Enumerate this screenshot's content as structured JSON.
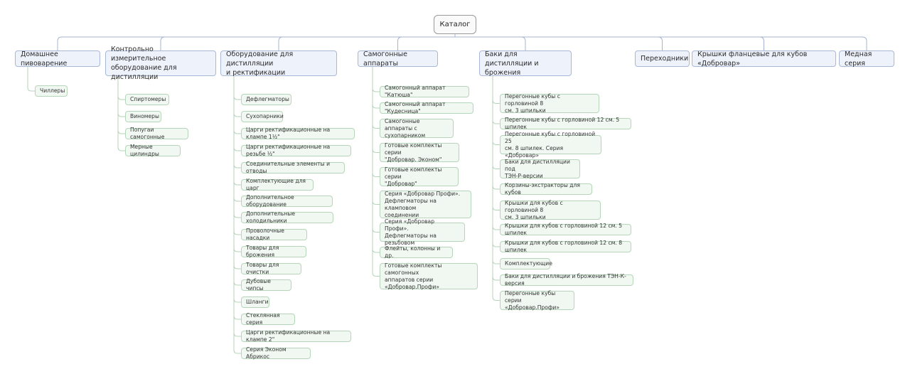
{
  "root": "Каталог",
  "colors": {
    "branch": "#a6b3cf",
    "leaf_line": "#b4d3b8",
    "cat_fill": "#eef2fb",
    "leaf_fill": "#f0f8f1"
  },
  "categories": [
    {
      "label": "Домашнее пивоварение",
      "children": [
        "Чиллеры"
      ]
    },
    {
      "label": "Контрольно измерительное\nоборудование для дистилляции",
      "children": [
        "Спиртомеры",
        "Виномеры",
        "Попугаи самогонные",
        "Мерные цилиндры"
      ]
    },
    {
      "label": "Оборудование для дистилляции\nи ректификации",
      "children": [
        "Дефлегматоры",
        "Сухопарники",
        "Царги ректификационные на клампе 1½\"",
        "Царги ректификационные на резьбе ½\"",
        "Соединительные элементы и отводы",
        "Комплектующие для царг",
        "Дополнительное оборудование",
        "Дополнительные холодильники",
        "Проволочные насадки",
        "Товары для брожения",
        "Товары для очистки",
        "Дубовые чипсы",
        "Шланги",
        "Стеклянная серия",
        "Царги ректификационные на клампе 2\"",
        "Серия Эконом Абрикос"
      ]
    },
    {
      "label": "Самогонные аппараты",
      "children": [
        "Самогонный аппарат \"Катюша\"",
        "Самогонный аппарат \"Кудесница\"",
        "Самогонные аппараты с\nсухопарником",
        "Готовые комплекты серии\n\"Добровар. Эконом\"",
        "Готовые комплекты серии\n\"Добровар\"",
        "Серия «Добровар Профи».\nДефлегматоры на кламповом\nсоединении",
        "Серия «Добровар Профи».\nДефлегматоры на резьбовом",
        "Флейты, колонны и др.",
        "Готовые комплекты самогонных\nаппаратов серии\n«Добровар.Профи»"
      ]
    },
    {
      "label": "Баки для дистилляции и\nброжения",
      "children": [
        "Перегонные кубы с горловиной 8\nсм. 3 шпильки",
        "Перегонные кубы с горловиной 12 см. 5 шпилек",
        "Перегонные кубы с горловиной 25\nсм. 8 шпилек. Серия «Добровар»",
        "Баки для дистилляции под\nТЭН-Р-версии",
        "Корзины-экстракторы для кубов",
        "Крышки для кубов с горловиной 8\nсм. 3 шпильки",
        "Крышки для кубов с горловиной 12 см. 5 шпилек",
        "Крышки для кубов с горловиной 12 см. 8 шпилек",
        "Комплектующие",
        "Баки для дистилляции и брожения ТЭН-К-версия",
        "Перегонные кубы серии\n«Добровар.Профи»"
      ]
    },
    {
      "label": "Переходники",
      "children": []
    },
    {
      "label": "Крышки фланцевые для кубов «Добровар»",
      "children": []
    },
    {
      "label": "Медная серия",
      "children": []
    }
  ]
}
